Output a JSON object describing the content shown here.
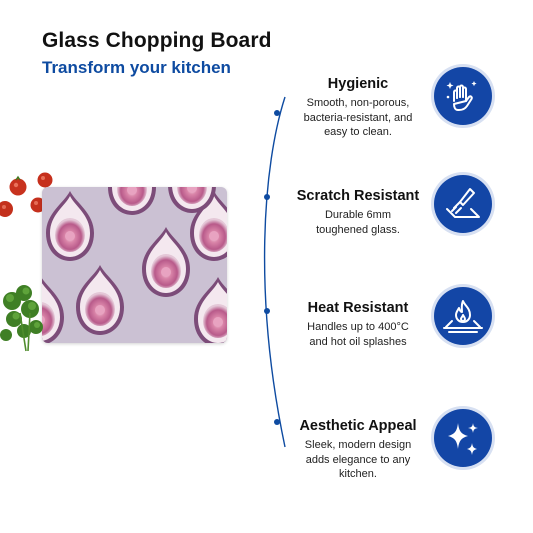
{
  "header": {
    "title": "Glass Chopping Board",
    "subtitle": "Transform your kitchen"
  },
  "colors": {
    "accent_blue": "#1346a6",
    "subtitle_blue": "#0e4ba1",
    "board_lilac": "#cbc1d3",
    "fig_pink": "#b85a8a",
    "tomato_red": "#c8321e"
  },
  "features": [
    {
      "title": "Hygienic",
      "description": "Smooth, non-porous,\nbacteria-resistant, and\neasy to clean.",
      "icon": "hand-wiping-icon"
    },
    {
      "title": "Scratch Resistant",
      "description": "Durable 6mm\ntoughened glass.",
      "icon": "knife-scratch-icon"
    },
    {
      "title": "Heat Resistant",
      "description": "Handles up to 400°C\nand hot oil splashes",
      "icon": "flame-surface-icon"
    },
    {
      "title": "Aesthetic Appeal",
      "description": "Sleek, modern design\nadds elegance to any\nkitchen.",
      "icon": "sparkles-icon"
    }
  ]
}
